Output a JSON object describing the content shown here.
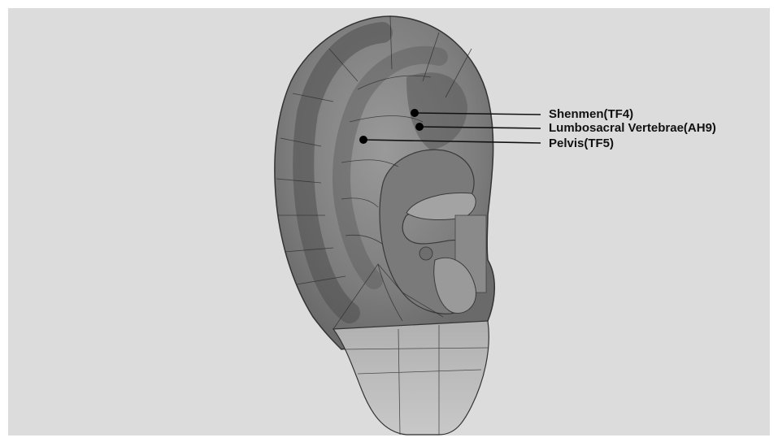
{
  "points": [
    {
      "label": "Shenmen(TF4)"
    },
    {
      "label": "Lumbosacral Vertebrae(AH9)"
    },
    {
      "label": "Pelvis(TF5)"
    }
  ],
  "colors": {
    "background": "#dcdcdc",
    "ear_skin": "#8f8f8f",
    "ear_dark": "#555555",
    "lobe": "#bdbdbd",
    "marker": "#000000"
  }
}
